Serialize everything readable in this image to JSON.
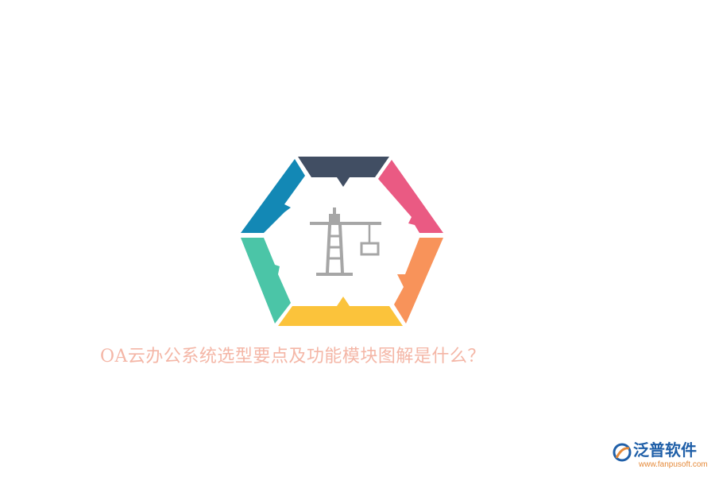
{
  "headline": {
    "text": "OA云办公系统选型要点及功能模块图解是什么？",
    "color": "#f4b6a6"
  },
  "graphic": {
    "segments": [
      {
        "name": "top",
        "color": "#414e63"
      },
      {
        "name": "upper-right",
        "color": "#ea5a83"
      },
      {
        "name": "lower-right",
        "color": "#f8935a"
      },
      {
        "name": "bottom",
        "color": "#fbc33b"
      },
      {
        "name": "lower-left",
        "color": "#4bc5a7"
      },
      {
        "name": "upper-left",
        "color": "#1388b5"
      }
    ],
    "center_icon": "tower-crane-icon",
    "icon_color": "#a6a6a6"
  },
  "brand": {
    "name": "泛普软件",
    "url": "www.fanpusoft.com",
    "name_color": "#1f5fa8",
    "url_color": "#e58a3a",
    "logo_icon": "fanpu-logo-icon"
  }
}
